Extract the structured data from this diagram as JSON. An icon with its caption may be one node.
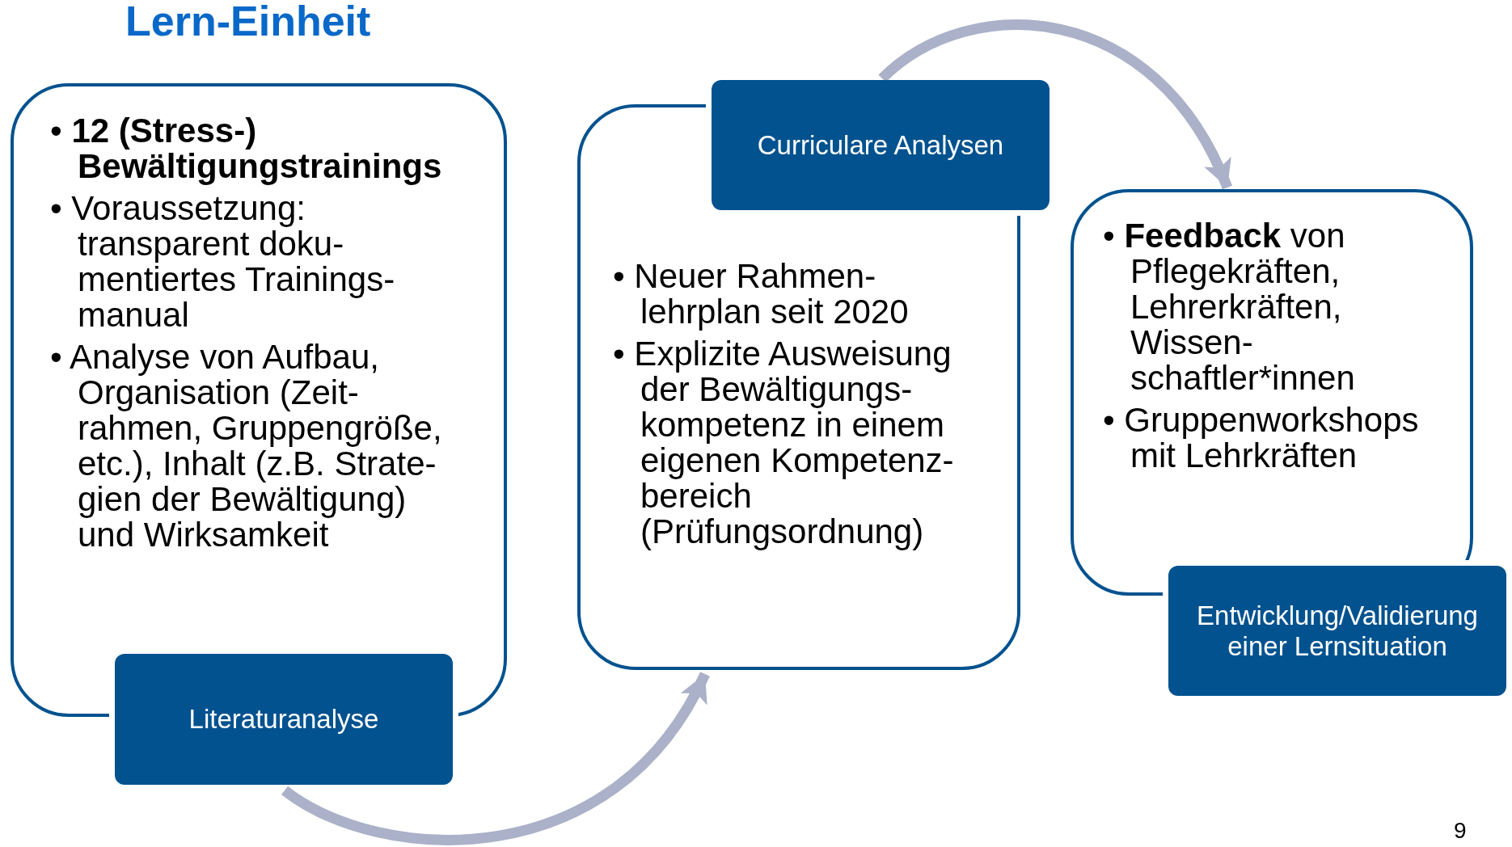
{
  "diagram": {
    "title": "Lern-Einheit",
    "nodes": [
      {
        "text": [
          "• **12 (Stress-) Bewältigungstrainings**",
          "• Voraussetzung: transparent doku- mentiertes Trainings- manual",
          "• Analyse von Aufbau, Organisation (Zeit- rahmen, Gruppengröße, etc.), Inhalt (z.B. Strate- gien der Bewältigung) und Wirksamkeit"
        ]
      },
      {
        "text": [
          "Literaturanalyse"
        ]
      },
      {
        "text": [
          "• Neuer Rahmen- lehrplan seit 2020",
          "• Explizite Ausweisung der Bewältigungs- kompetenz in einem eigenen Kompetenz- bereich (Prüfungsordnung)"
        ]
      },
      {
        "text": [
          "Curriculare Analysen"
        ]
      },
      {
        "text": [
          "• **Feedback** von Pflegekräften, Lehrerkräften, Wissen- schaftler*innen",
          "• Gruppenworkshops mit Lehrkräften"
        ]
      },
      {
        "text": [
          "Entwicklung/Validierung einer Lernsituation"
        ]
      }
    ],
    "edges": [
      {
        "from": 1,
        "to": 2,
        "arrow": "to"
      },
      {
        "from": 3,
        "to": 4,
        "arrow": "to"
      }
    ],
    "labels": [
      "9"
    ]
  }
}
